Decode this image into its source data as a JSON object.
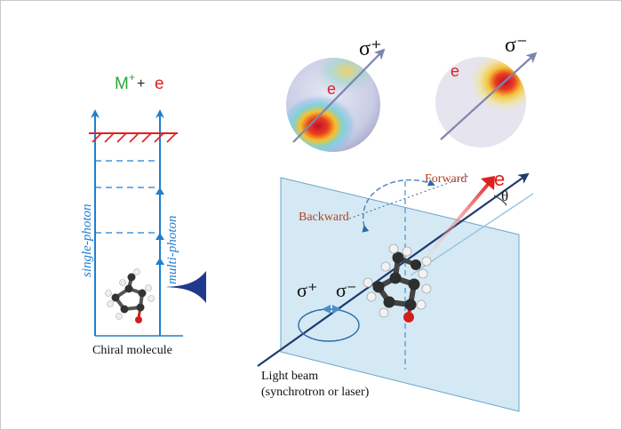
{
  "left_panel": {
    "product_species": "M",
    "product_charge": "+",
    "plus_sign": "+",
    "electron": "e",
    "single_photon_label": "single-photon",
    "multi_photon_label": "multi-photon",
    "molecule_caption": "Chiral molecule"
  },
  "top_panel": {
    "sphere_left_electron": "e",
    "sphere_left_polarization": "σ⁺",
    "sphere_right_electron": "e",
    "sphere_right_polarization": "σ⁻"
  },
  "right_panel": {
    "forward_label": "Forward",
    "backward_label": "Backward",
    "electron_label": "e",
    "angle_label": "θ",
    "sigma_plus": "σ⁺",
    "sigma_minus": "σ⁻",
    "light_beam_label": "Light beam",
    "light_beam_source": "(synchrotron or laser)"
  },
  "colors": {
    "blue_arrow": "#1f7fd0",
    "green_ion": "#2aa63a",
    "red_electron": "#e02020",
    "dark_red_text": "#b4411e",
    "plane_fill": "#d5e9f4",
    "beam": "#1f3a6e"
  }
}
